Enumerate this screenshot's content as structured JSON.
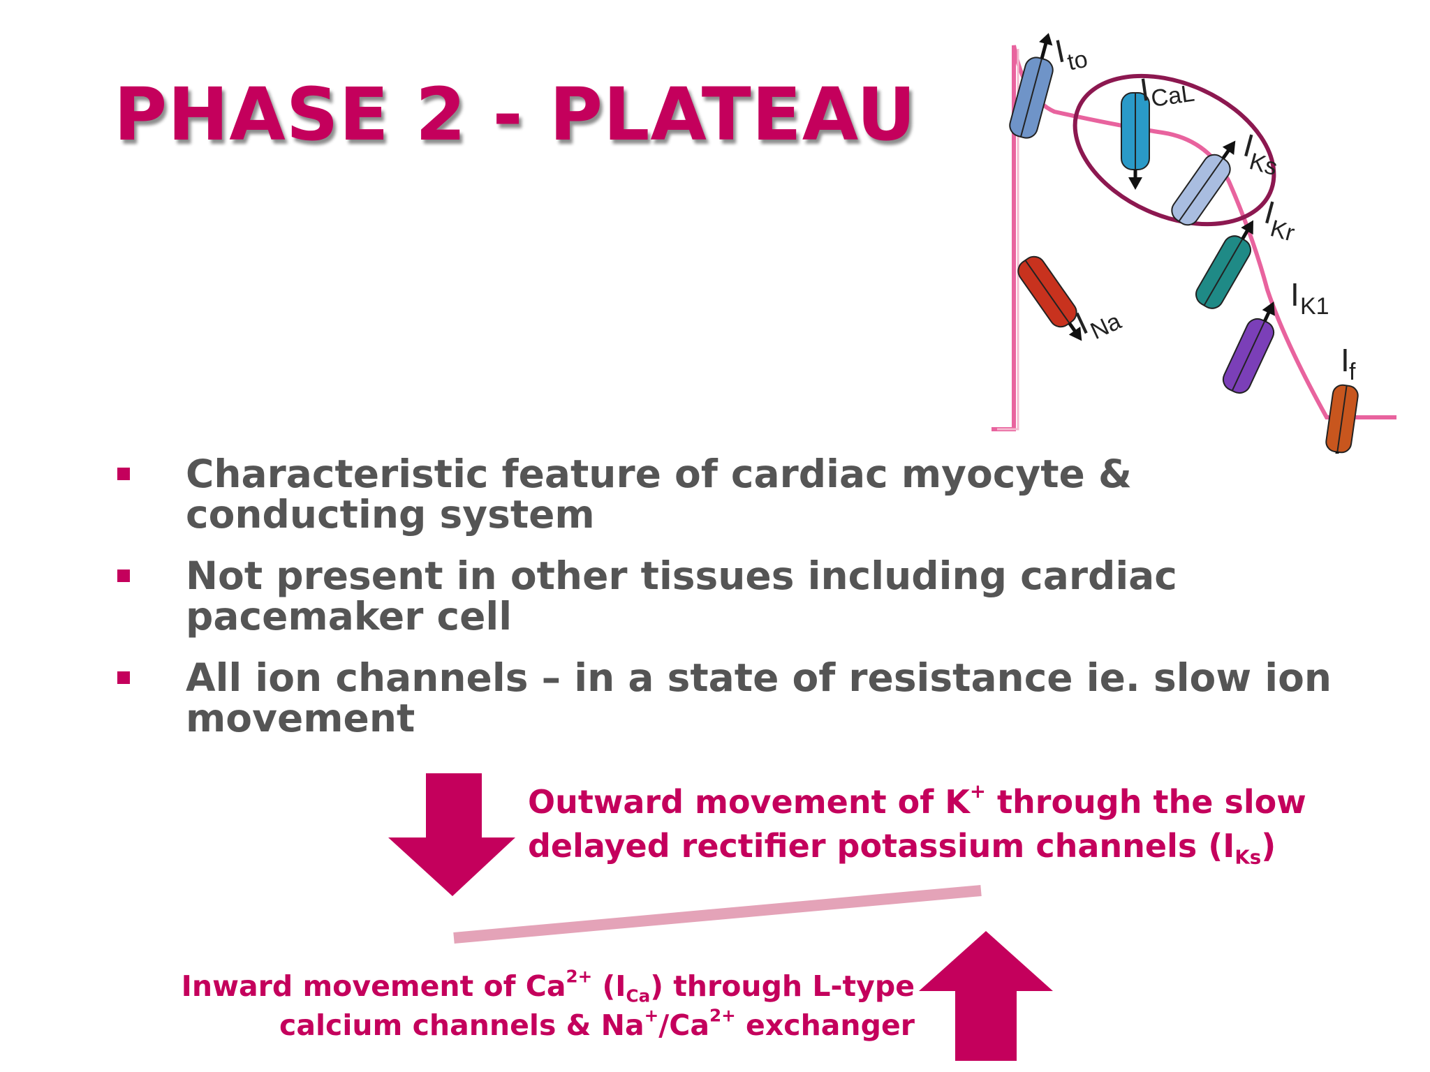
{
  "title": "PHASE 2 - PLATEAU",
  "bullets": [
    "Characteristic feature of cardiac myocyte & conducting system",
    "Not present in other tissues including cardiac pacemaker cell",
    "All ion channels – in a state of resistance ie. slow  ion movement"
  ],
  "outward": {
    "line1_a": "Outward movement of K",
    "line1_sup": "+",
    "line1_b": " through the slow",
    "line2_a": "delayed rectifier potassium channels (I",
    "line2_sub": "Ks",
    "line2_b": ")"
  },
  "inward": {
    "line1_a": "Inward movement of Ca",
    "line1_sup": "2+",
    "line1_b": " (I",
    "line1_sub": "Ca",
    "line1_c": ") through L-type",
    "line2_a": "calcium channels & Na",
    "line2_sup1": "+",
    "line2_b": "/Ca",
    "line2_sup2": "2+",
    "line2_c": " exchanger"
  },
  "diagram": {
    "channels": [
      {
        "name": "to",
        "label_main": "I",
        "label_sub": "to",
        "color": "#6f94c8"
      },
      {
        "name": "CaL",
        "label_main": "I",
        "label_sub": "CaL",
        "color": "#2a9ac8"
      },
      {
        "name": "Ks",
        "label_main": "I",
        "label_sub": "Ks",
        "color": "#a9bde0"
      },
      {
        "name": "Kr",
        "label_main": "I",
        "label_sub": "Kr",
        "color": "#1f8a86"
      },
      {
        "name": "K1",
        "label_main": "I",
        "label_sub": "K1",
        "color": "#7b3fb8"
      },
      {
        "name": "f",
        "label_main": "I",
        "label_sub": "f",
        "color": "#c8561e"
      },
      {
        "name": "Na",
        "label_main": "I",
        "label_sub": "Na",
        "color": "#c8321e"
      }
    ],
    "trace_color": "#e8639e",
    "highlight_color": "#8c1850"
  },
  "colors": {
    "accent": "#c4005c",
    "body_text": "#555555",
    "balance_bar": "#e4a3b8"
  }
}
